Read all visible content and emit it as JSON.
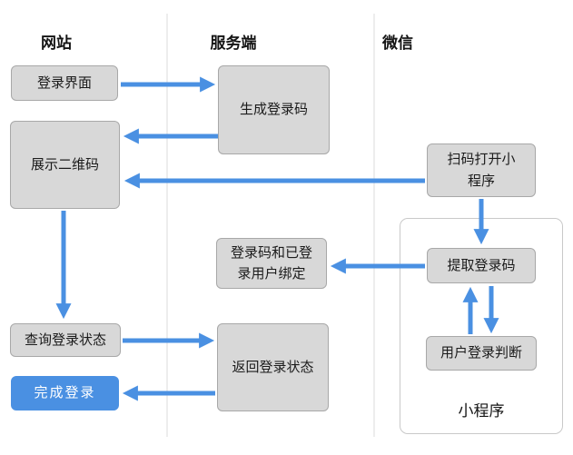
{
  "diagram": {
    "columns": [
      {
        "label": "网站"
      },
      {
        "label": "服务端"
      },
      {
        "label": "微信"
      }
    ],
    "nodes": {
      "login_ui": "登录界面",
      "generate_code": "生成登录码",
      "show_qr": "展示二维码",
      "scan_open": "扫码打开小\n程序",
      "bind_user": "登录码和已登\n录用户绑定",
      "extract_code": "提取登录码",
      "query_status": "查询登录状态",
      "return_status": "返回登录状态",
      "user_check": "用户登录判断",
      "complete_login": "完成登录"
    },
    "group": {
      "label": "小程序"
    },
    "edges": [
      {
        "from": "登录界面",
        "to": "生成登录码"
      },
      {
        "from": "生成登录码",
        "to": "展示二维码"
      },
      {
        "from": "扫码打开小程序",
        "to": "展示二维码"
      },
      {
        "from": "展示二维码",
        "to": "查询登录状态"
      },
      {
        "from": "扫码打开小程序",
        "to": "提取登录码"
      },
      {
        "from": "提取登录码",
        "to": "登录码和已登录用户绑定"
      },
      {
        "from": "查询登录状态",
        "to": "返回登录状态"
      },
      {
        "from": "返回登录状态",
        "to": "完成登录"
      },
      {
        "from": "用户登录判断",
        "to": "提取登录码"
      },
      {
        "from": "提取登录码",
        "to": "用户登录判断"
      }
    ],
    "colors": {
      "arrow_blue": "#4a90e2",
      "node_fill": "#d8d8d8",
      "node_border": "#a8a8a8",
      "accent_node_fill": "#4a90e2",
      "accent_node_text": "#ffffff",
      "divider": "#ededed",
      "text": "#1b1b1b",
      "group_border": "#c9c9c9"
    }
  }
}
